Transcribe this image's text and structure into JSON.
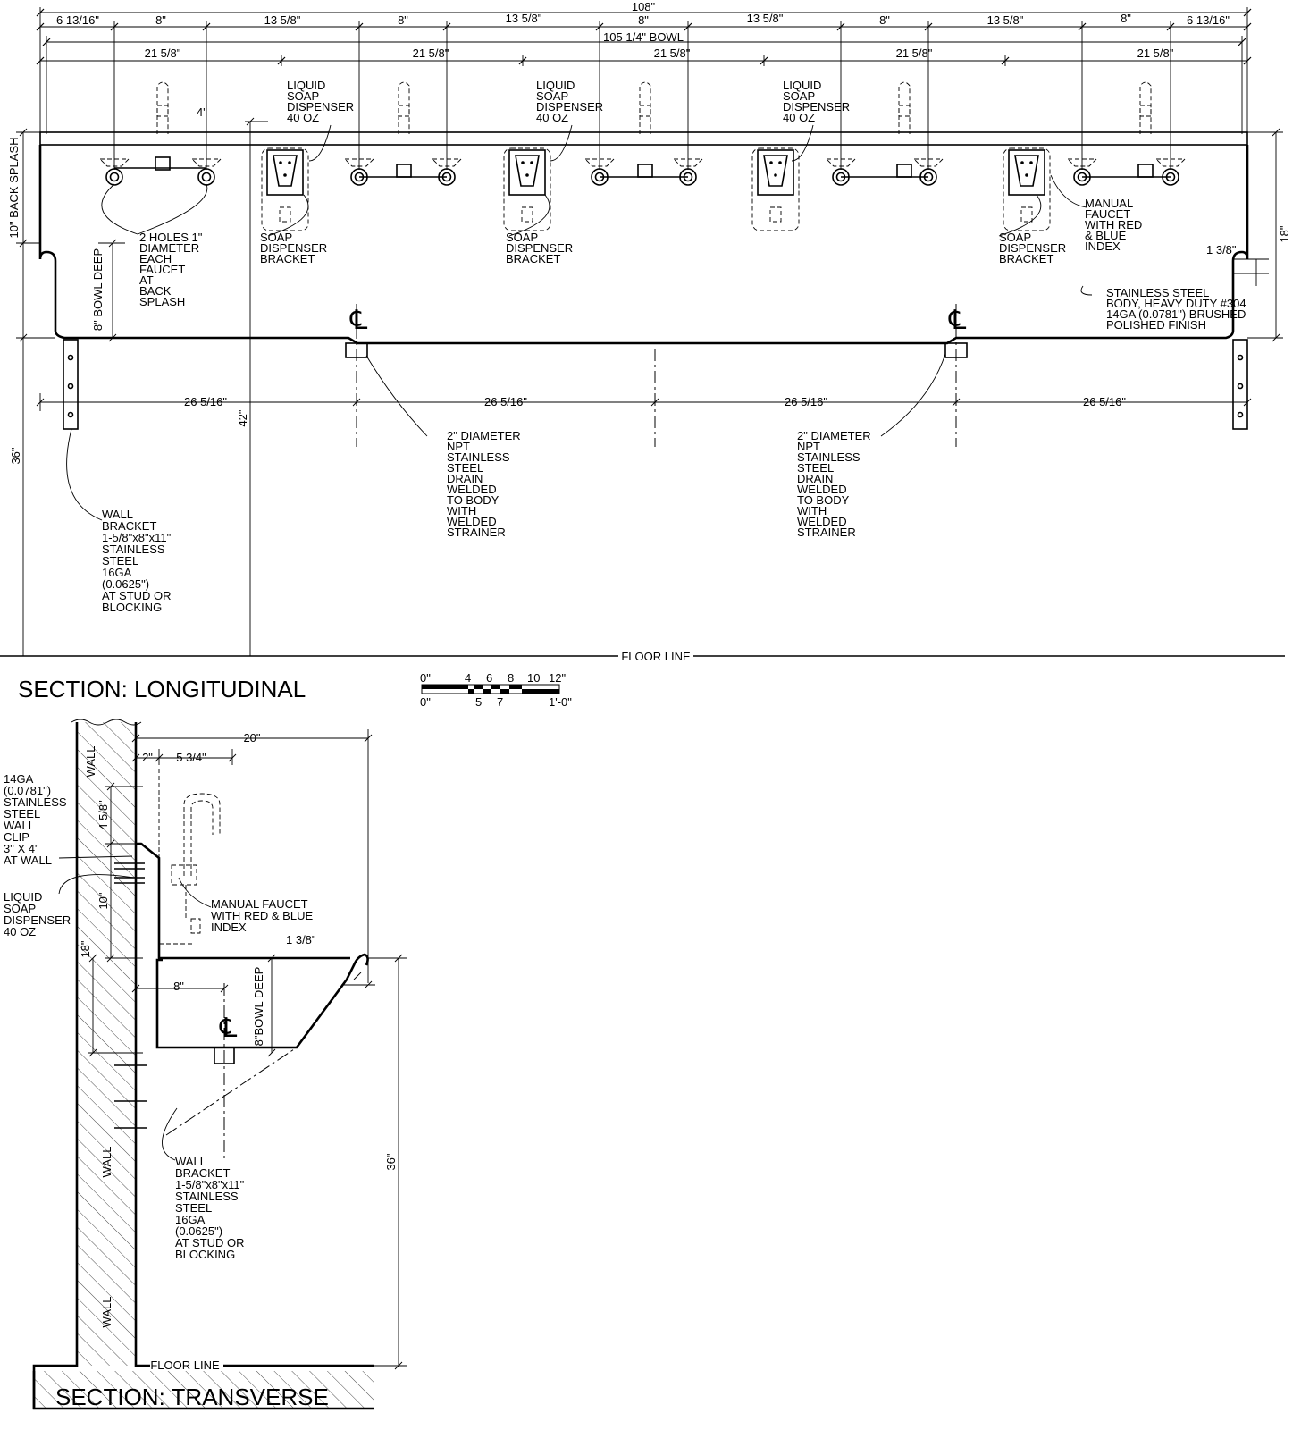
{
  "longitudinal": {
    "title": "SECTION: LONGITUDINAL",
    "overall_width": "108\"",
    "bowl_width": "105 1/4\" BOWL",
    "spacing_row": [
      "6 13/16\"",
      "8\"",
      "13 5/8\"",
      "8\"",
      "13 5/8\"",
      "8\"",
      "13 5/8\"",
      "8\"",
      "13 5/8\"",
      "8\"",
      "6 13/16\""
    ],
    "station_row": [
      "21 5/8\"",
      "21 5/8\"",
      "21 5/8\"",
      "21 5/8\"",
      "21 5/8\""
    ],
    "drain_spacing": [
      "26 5/16\"",
      "26 5/16\"",
      "26 5/16\"",
      "26 5/16\""
    ],
    "dim_4": "4\"",
    "back_splash": "10\" BACK SPLASH",
    "height_18": "18\"",
    "dim_1_3_8": "1 3/8\"",
    "bowl_deep": "8\" BOWL DEEP",
    "height_42": "42\"",
    "height_36": "36\"",
    "floor_line": "FLOOR LINE",
    "centerline": "℄",
    "callouts": {
      "soap_dispenser": [
        "LIQUID",
        "SOAP",
        "DISPENSER",
        "40 OZ"
      ],
      "bracket": [
        "SOAP",
        "DISPENSER",
        "BRACKET"
      ],
      "holes": [
        "2 HOLES 1\"",
        "DIAMETER",
        "EACH",
        "FAUCET",
        "AT",
        "BACK",
        "SPLASH"
      ],
      "manual_faucet": [
        "MANUAL",
        "FAUCET",
        "WITH RED",
        "& BLUE",
        "INDEX"
      ],
      "body": [
        "STAINLESS STEEL",
        "BODY, HEAVY DUTY #304",
        "14GA (0.0781\") BRUSHED",
        "POLISHED FINISH"
      ],
      "drain": [
        "2\" DIAMETER",
        "NPT",
        "STAINLESS",
        "STEEL",
        "DRAIN",
        "WELDED",
        "TO BODY",
        "WITH",
        "WELDED",
        "STRAINER"
      ],
      "wall_bracket": [
        "WALL",
        "BRACKET",
        "1-5/8\"x8\"x11\"",
        "STAINLESS",
        "STEEL",
        "16GA",
        "(0.0625\")",
        "AT STUD OR",
        "BLOCKING"
      ]
    }
  },
  "scale": {
    "top_labels": [
      "0\"",
      "4",
      "6",
      "8",
      "10",
      "12\""
    ],
    "bottom_labels": [
      "0\"",
      "5",
      "7",
      "1'-0\""
    ]
  },
  "transverse": {
    "title": "SECTION: TRANSVERSE",
    "dim_20": "20\"",
    "dim_2": "2\"",
    "dim_5_3_4": "5 3/4\"",
    "dim_4_5_8": "4 5/8\"",
    "dim_10": "10\"",
    "dim_18": "18\"",
    "dim_8": "8\"",
    "dim_1_3_8": "1 3/8\"",
    "bowl_deep": "8\"BOWL DEEP",
    "dim_36": "36\"",
    "wall_label": "WALL",
    "floor_line": "FLOOR LINE",
    "centerline": "℄",
    "callouts": {
      "wall_clip": [
        "14GA",
        "(0.0781\")",
        "STAINLESS",
        "STEEL",
        "WALL",
        "CLIP",
        "3\" X 4\"",
        "AT WALL"
      ],
      "soap": [
        "LIQUID",
        "SOAP",
        "DISPENSER",
        "40 OZ"
      ],
      "faucet": [
        "MANUAL FAUCET",
        "WITH RED & BLUE",
        "INDEX"
      ],
      "wall_bracket": [
        "WALL",
        "BRACKET",
        "1-5/8\"x8\"x11\"",
        "STAINLESS",
        "STEEL",
        "16GA",
        "(0.0625\")",
        "AT STUD OR",
        "BLOCKING"
      ]
    }
  }
}
